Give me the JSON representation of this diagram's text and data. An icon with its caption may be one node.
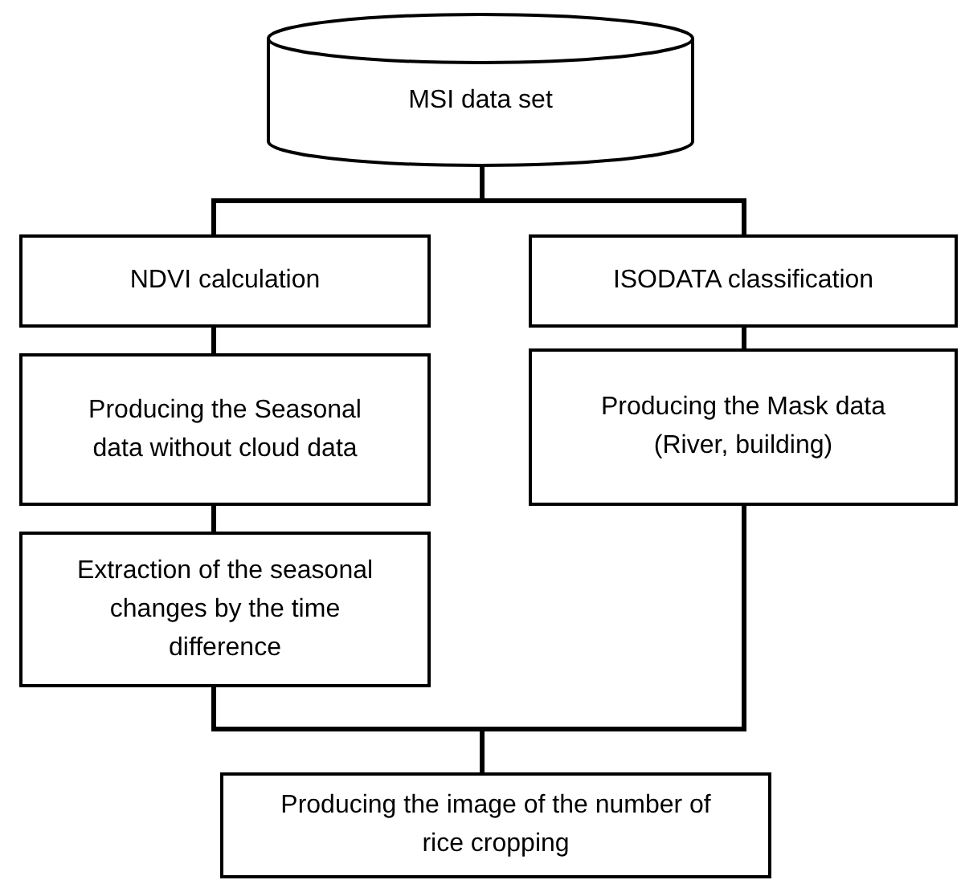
{
  "diagram": {
    "nodes": [
      {
        "text": [
          "MSI data set"
        ]
      },
      {
        "text": [
          "NDVI calculation"
        ]
      },
      {
        "text": [
          "ISODATA classification"
        ]
      },
      {
        "text": [
          "Producing the Seasonal data without cloud data"
        ]
      },
      {
        "text": [
          "Producing the Mask data (River, building)"
        ]
      },
      {
        "text": [
          "Extraction of the seasonal changes by the time difference"
        ]
      },
      {
        "text": [
          "Producing the image of the number of rice cropping"
        ]
      }
    ],
    "edges": [
      {
        "from": 0,
        "to": 1,
        "arrow": "none"
      },
      {
        "from": 0,
        "to": 2,
        "arrow": "none"
      },
      {
        "from": 1,
        "to": 3,
        "arrow": "none"
      },
      {
        "from": 2,
        "to": 4,
        "arrow": "none"
      },
      {
        "from": 3,
        "to": 5,
        "arrow": "none"
      },
      {
        "from": 5,
        "to": 6,
        "arrow": "none"
      },
      {
        "from": 4,
        "to": 6,
        "arrow": "none"
      }
    ]
  }
}
